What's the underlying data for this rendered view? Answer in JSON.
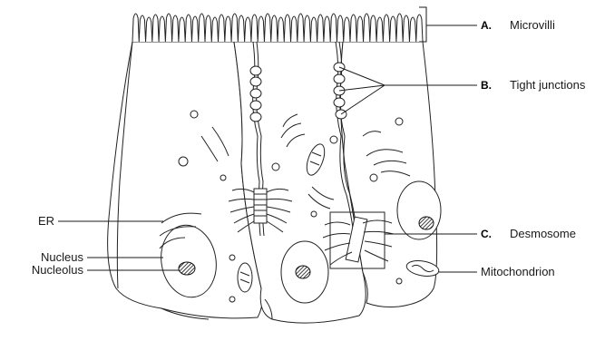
{
  "labels": {
    "microvilli": {
      "letter": "A.",
      "text": "Microvilli"
    },
    "tight_junctions": {
      "letter": "B.",
      "text": "Tight junctions"
    },
    "desmosome": {
      "letter": "C.",
      "text": "Desmosome"
    },
    "er": "ER",
    "nucleus": "Nucleus",
    "nucleolus": "Nucleolus",
    "mitochondrion": "Mitochondrion"
  }
}
